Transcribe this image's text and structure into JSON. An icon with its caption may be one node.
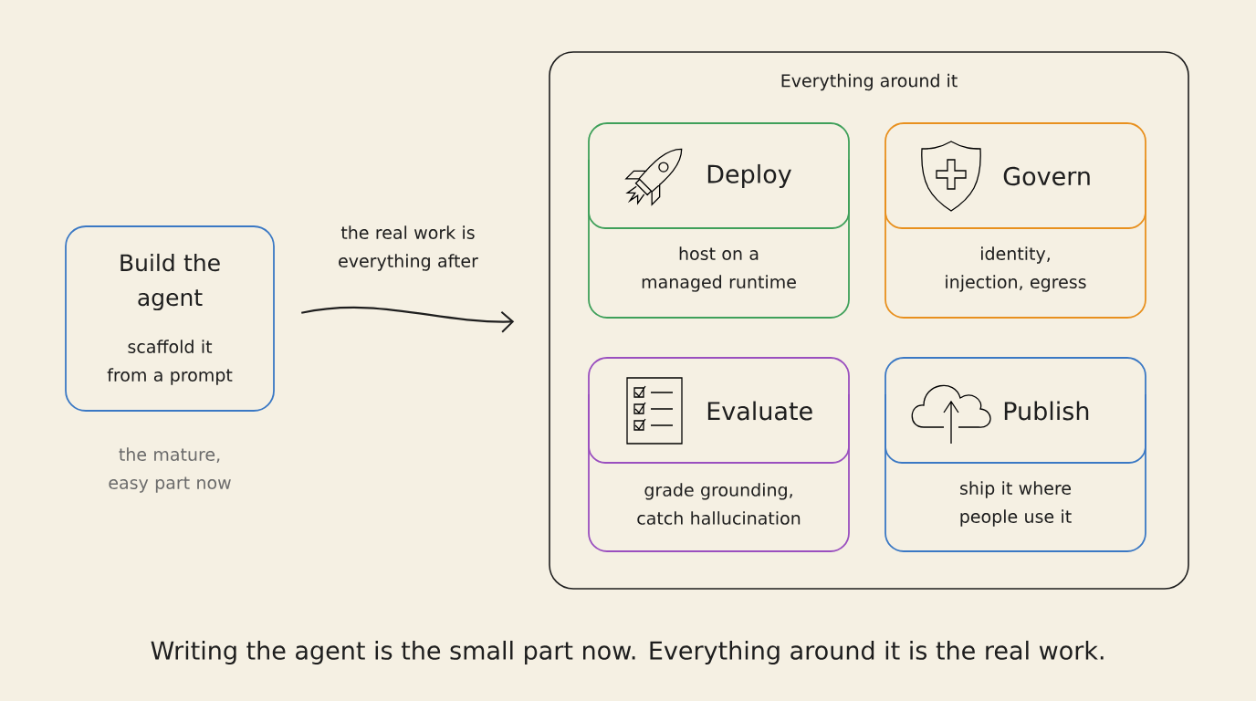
{
  "diagram": {
    "caption": "Writing the agent is the small part now. Everything around it is the real work.",
    "nodes": [
      {
        "text": [
          "Build the agent",
          "scaffold it from a prompt"
        ],
        "beside": [
          "the mature, easy part now"
        ]
      },
      {
        "text": [
          "Everything around it"
        ]
      },
      {
        "text": [
          "Deploy",
          "host on a managed runtime"
        ],
        "in": 1
      },
      {
        "text": [
          "Govern",
          "identity, injection, egress"
        ],
        "in": 1
      },
      {
        "text": [
          "Evaluate",
          "grade grounding, catch hallucination"
        ],
        "in": 1
      },
      {
        "text": [
          "Publish",
          "ship it where people use it"
        ],
        "in": 1
      }
    ],
    "edges": [
      {
        "from": 0,
        "to": 1,
        "arrow": "to",
        "label": "the real work is everything after"
      }
    ]
  }
}
